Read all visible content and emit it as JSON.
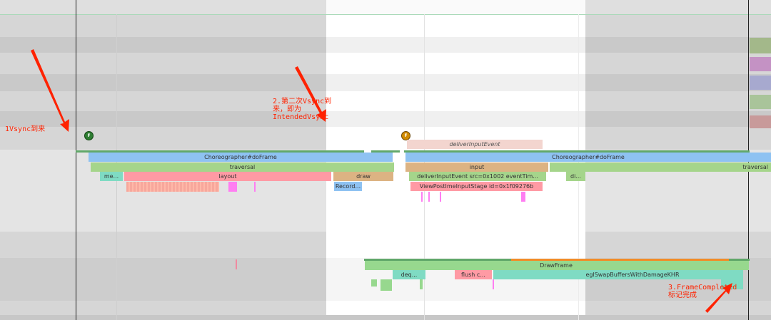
{
  "markers": {
    "frame_marker_1": "F",
    "frame_marker_2": "F"
  },
  "trace": {
    "deliver_input_event": "deliverInputEvent",
    "choreographer_1": "Choreographer#doFrame",
    "choreographer_2": "Choreographer#doFrame",
    "traversal_1": "traversal",
    "traversal_2": "traversal",
    "measure": "me...",
    "layout": "layout",
    "draw": "draw",
    "input": "input",
    "deliver_input_event_detail": "deliverInputEvent src=0x1002 eventTim...",
    "di": "di...",
    "record": "Record...",
    "view_post_ime": "ViewPostImeInputStage id=0x1f09276b",
    "draw_frame": "DrawFrame",
    "deq": "deq...",
    "flush": "flush c...",
    "egl_swap": "eglSwapBuffersWithDamageKHR"
  },
  "annotations": {
    "first_vsync": "1Vsync到来",
    "second_vsync_line1": "2.第二次Vsync到",
    "second_vsync_line2": "来，即为",
    "second_vsync_line3": "IntendedVsync",
    "frame_complete_line1": "3.FrameCompleted",
    "frame_complete_line2": "标记完成"
  },
  "colors": {
    "annotation_red": "#ff2200",
    "choreographer_blue": "#8ec2f2",
    "traversal_green": "#a5d58b",
    "layout_pink": "#ff9aa4",
    "draw_tan": "#dcb383",
    "teal": "#7fdbc3",
    "draw_frame_green": "#97d88e"
  }
}
